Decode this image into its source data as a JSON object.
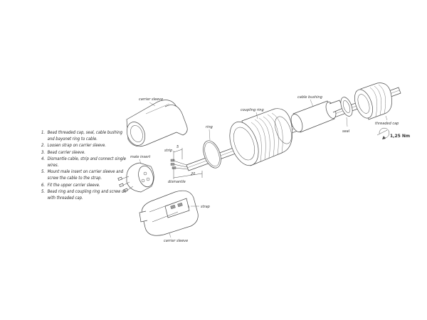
{
  "instructions": [
    {
      "num": "1.",
      "text": "Bead threaded cap, seal, cable bushing and bayonet ring to cable."
    },
    {
      "num": "2.",
      "text": "Loosen strap on carrier sleeve."
    },
    {
      "num": "3.",
      "text": "Bead carrier sleeve."
    },
    {
      "num": "4.",
      "text": "Dismantle cable, strip and connect single wires."
    },
    {
      "num": "5.",
      "text": "Mount male insert on carrier sleeve and screw the cable to the strap."
    },
    {
      "num": "6.",
      "text": "Fit the upper carrier sleeve."
    },
    {
      "num": "5.",
      "text": "Bead ring and coupling ring and screw on with threaded cap."
    }
  ],
  "labels": {
    "carrier_sleeve_top": "carrier sleeve",
    "male_insert": "male insert",
    "ring": "ring",
    "coupling_ring": "coupling ring",
    "cable_bushing": "cable bushing",
    "seal": "seal",
    "threaded_cap": "threaded cap",
    "strap": "strap",
    "carrier_sleeve_bottom": "carrier sleeve"
  },
  "dimensions": {
    "strip": "strip",
    "strip_value": "5",
    "dismantle": "dismantle",
    "dismantle_value": "20"
  },
  "torque": {
    "value": "1,25 Nm",
    "icon": "torque-rotation-icon"
  },
  "colors": {
    "line": "#4a4a4a",
    "text": "#333333",
    "background": "#ffffff"
  }
}
